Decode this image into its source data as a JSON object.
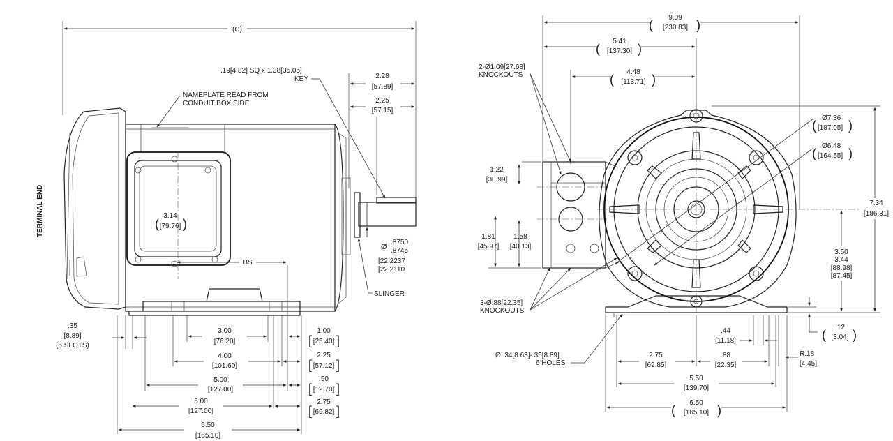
{
  "side_view": {
    "overall_length": "(C)",
    "terminal_end": "TERMINAL END",
    "key_callout": ".19[4.82] SQ x 1.38[35.05]",
    "key_label": "KEY",
    "nameplate_line1": "NAMEPLATE READ FROM",
    "nameplate_line2": "CONDUIT BOX SIDE",
    "shaft_ext_in": "2.28",
    "shaft_ext_mm": "[57.89]",
    "key_len_in": "2.25",
    "key_len_mm": "[57.15]",
    "box_dim_in": "3.14",
    "box_dim_mm": "[79.76]",
    "bs_label": "BS",
    "shaft_dia_symbol": "Ø",
    "shaft_dia_in_max": ".8750",
    "shaft_dia_in_min": ".8745",
    "shaft_dia_mm_max": "[22.2237",
    "shaft_dia_mm_min": "[22.2110",
    "slinger": "SLINGER",
    "slot_in": ".35",
    "slot_mm": "[8.89]",
    "slot_note": "(6 SLOTS)",
    "dim_300_in": "3.00",
    "dim_300_mm": "[76.20]",
    "dim_400_in": "4.00",
    "dim_400_mm": "[101.60]",
    "dim_500a_in": "5.00",
    "dim_500a_mm": "[127.00]",
    "dim_500b_in": "5.00",
    "dim_500b_mm": "[127.00]",
    "dim_650_in": "6.50",
    "dim_650_mm": "[165.10]",
    "dim_100_in": "1.00",
    "dim_100_mm": "[25.40]",
    "dim_225_in": "2.25",
    "dim_225_mm": "[57.12]",
    "dim_050_in": ".50",
    "dim_050_mm": "[12.70]",
    "dim_275_in": "2.75",
    "dim_275_mm": "[69.82]"
  },
  "end_view": {
    "overall_w_in": "9.09",
    "overall_w_mm": "[230.83]",
    "dim_541_in": "5.41",
    "dim_541_mm": "[137.30]",
    "dim_448_in": "4.48",
    "dim_448_mm": "[113.71]",
    "ko_top_line1": "2-Ø1.09[27.68]",
    "ko_top_line2": "KNOCKOUTS",
    "dim_122_in": "1.22",
    "dim_122_mm": "[30.99]",
    "dim_181_in": "1.81",
    "dim_181_mm": "[45.97]",
    "dim_158_in": "1.58",
    "dim_158_mm": "[40.13]",
    "ko_bot_line1": "3-Ø.88[22.35]",
    "ko_bot_line2": "KNOCKOUTS",
    "dia_736_in": "Ø7.36",
    "dia_736_mm": "[187.05]",
    "dia_648_in": "Ø6.48",
    "dia_648_mm": "[164.55]",
    "height_in": "7.34",
    "height_mm": "[186.31]",
    "shaft_h_in_max": "3.50",
    "shaft_h_in_min": "3.44",
    "shaft_h_mm_max": "[88.98]",
    "shaft_h_mm_min": "[87.45]",
    "foot_t_in": ".12",
    "foot_t_mm": "[3.04]",
    "radius_in": "R.18",
    "radius_mm": "[4.45]",
    "dim_044_in": ".44",
    "dim_044_mm": "[11.18]",
    "dim_088_in": ".88",
    "dim_088_mm": "[22.35]",
    "dim_275_in": "2.75",
    "dim_275_mm": "[69.85]",
    "holes_line1": "Ø .34[8.63]-.35[8.89]",
    "holes_line2": "6 HOLES",
    "dim_550_in": "5.50",
    "dim_550_mm": "[139.70]",
    "dim_650_in": "6.50",
    "dim_650_mm": "[165.10]"
  }
}
